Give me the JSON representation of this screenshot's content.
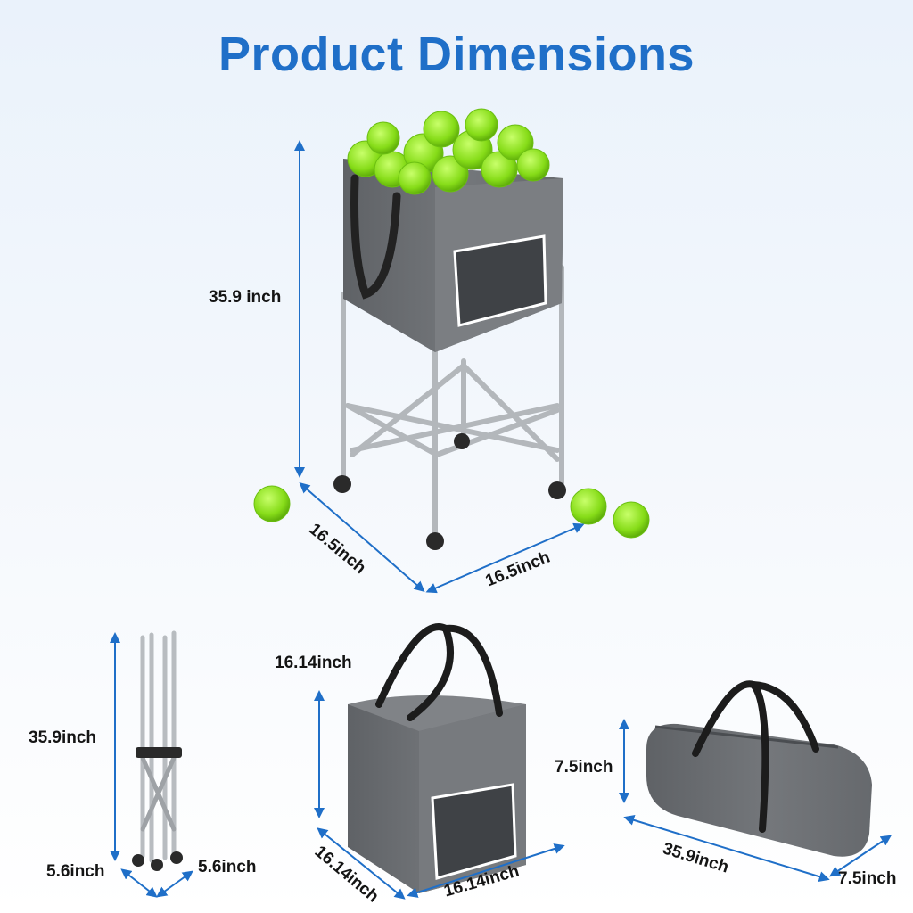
{
  "title": "Product Dimensions",
  "dimensions": {
    "cart_height": "35.9 inch",
    "cart_depth": "16.5inch",
    "cart_width": "16.5inch",
    "frame_height": "35.9inch",
    "frame_depth": "5.6inch",
    "frame_width": "5.6inch",
    "bag_height": "16.14inch",
    "bag_depth": "16.14inch",
    "bag_width": "16.14inch",
    "duffel_height": "7.5inch",
    "duffel_length": "35.9inch",
    "duffel_width": "7.5inch"
  },
  "colors": {
    "title": "#1f6fc8",
    "dimension_lines": "#1f6fc8",
    "fabric": "#6b6e72",
    "ball": "#8fe21f",
    "frame": "#b8bcc0"
  }
}
